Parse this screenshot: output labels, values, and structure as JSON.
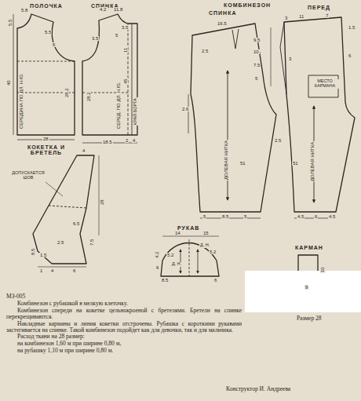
{
  "diagram": {
    "labels": [
      "ПОЛОЧКА",
      "СПИНКА",
      "КОМБИНЕЗОН",
      "СПИНКА",
      "ПЕРЕД",
      "КОКЕТКА И БРЕТЕЛЬ",
      "РУКАВ",
      "КАРМАН",
      "5.8",
      "5.5",
      "5.5",
      "6",
      "40",
      "28.2",
      "СЕРЕДИНА ПО ДЛ. Н.Ю.",
      "28",
      "4.2",
      "11.8",
      "3.5",
      "5",
      "11",
      "45",
      "3.5",
      "28.2",
      "СЕРЕД. ПО ДЛ. Н.Ю.",
      "КРАЙ БОРТА",
      "18.5",
      "2",
      "4",
      "16.5",
      "9.5",
      "10",
      "7.5",
      "5",
      "ДОЛЕВАЯ НИТКА",
      "2.6",
      "51",
      "2.5",
      "5",
      "8.5",
      "5",
      "3",
      "11",
      "7",
      "1.5",
      "6",
      "3",
      "МЕСТО КАРМАНА",
      "ДОЛЕВАЯ НИТКА",
      "2.5",
      "51",
      "4.5",
      "6",
      "4.5",
      "4",
      "ДОПУСКАЕТСЯ ШОВ",
      "28",
      "6.5",
      "7.5",
      "2.5",
      "8.5",
      "1.5",
      "1",
      "4",
      "6",
      "14",
      "15",
      "4.2",
      "6",
      "5.2",
      "5.2",
      "Д. Н.",
      "Д. Н.",
      "8.5",
      "6",
      "10",
      "9",
      "МЗ-005",
      "Размер 28",
      "Комбинезон с рубашкой в мелкую клеточку.",
      "Комбинезон спереди на кокетке цельнокроеной с бретелями. Бретели на спинке перекрещиваются.",
      "Накладные карманы и линия кокетки отстрочены. Рубашка с короткими рукавами застегивается на спинке. Такой комбинезон подойдет как для девочки, так и для мальчика.",
      "Расход ткани на 28 размер:",
      "на комбинезон 1,60 м при ширине 0,80 м,",
      "на рубашку 1,10 м при ширине 0,80 м.",
      "Конструктор И. Андреева"
    ]
  }
}
